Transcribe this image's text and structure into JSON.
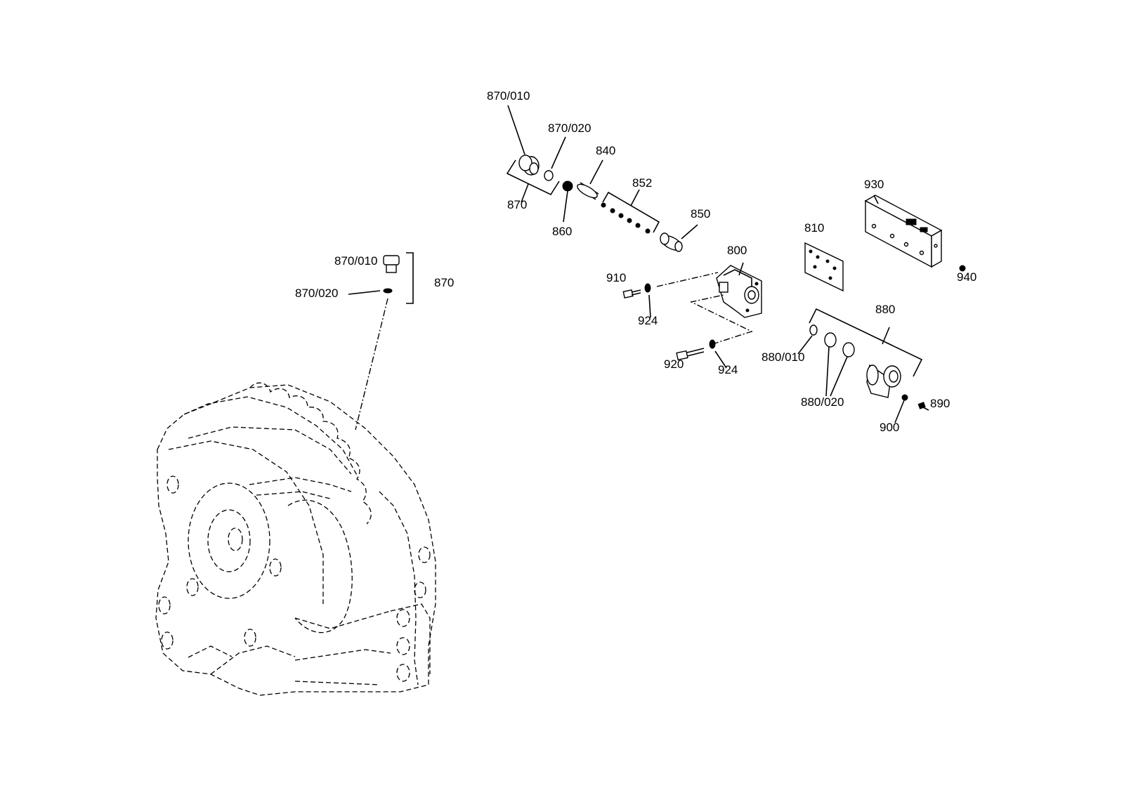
{
  "labels": {
    "l870_010_top": "870/010",
    "l870_020_top": "870/020",
    "l840": "840",
    "l852": "852",
    "l870_top": "870",
    "l860": "860",
    "l850": "850",
    "l930": "930",
    "l810": "810",
    "l800": "800",
    "l910": "910",
    "l924_a": "924",
    "l940": "940",
    "l880": "880",
    "l870_010_left": "870/010",
    "l870_left": "870",
    "l870_020_left": "870/020",
    "l880_010": "880/010",
    "l920": "920",
    "l924_b": "924",
    "l880_020": "880/020",
    "l890": "890",
    "l900": "900"
  }
}
